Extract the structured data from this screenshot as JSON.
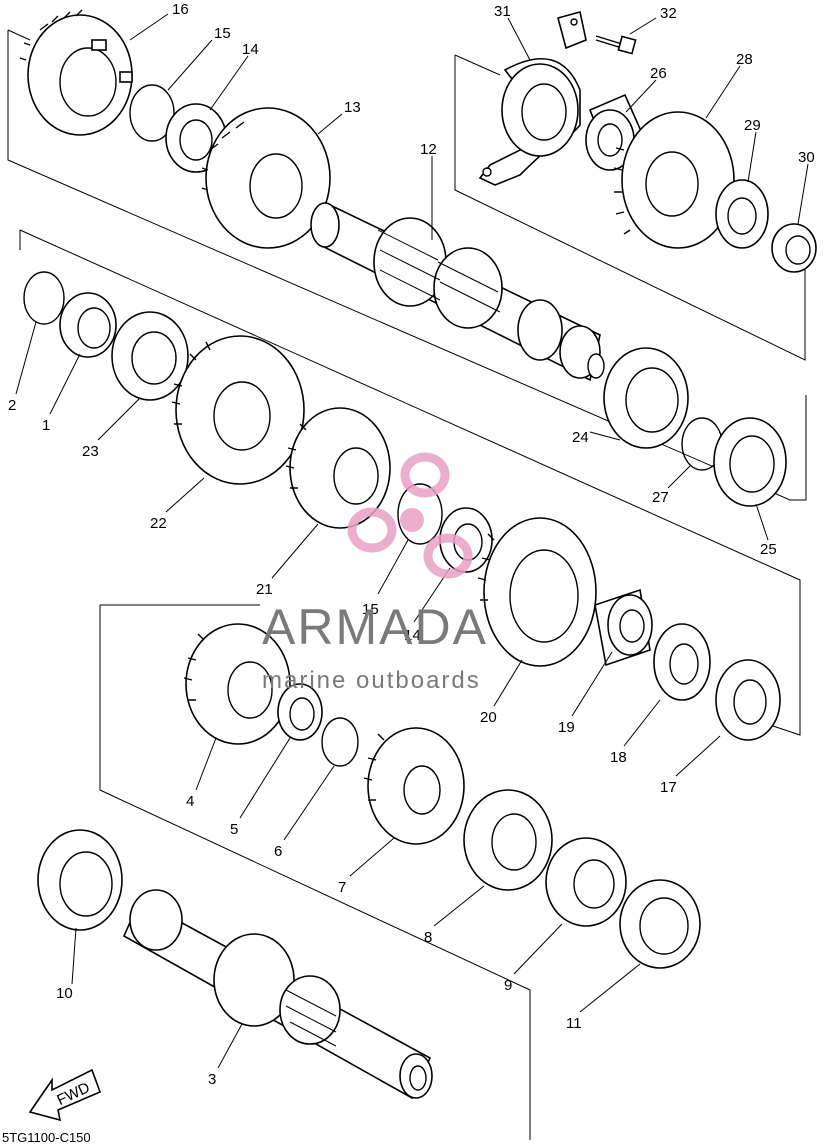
{
  "diagram_code": "5TG1100-C150",
  "fwd_label": "FWD",
  "watermark": {
    "brand": "ARMADA",
    "tagline": "marine outboards",
    "brand_color": "#7a7a7a",
    "logo_color": "#e8a0c4"
  },
  "callouts": [
    "16",
    "15",
    "14",
    "13",
    "12",
    "31",
    "32",
    "26",
    "28",
    "29",
    "30",
    "2",
    "1",
    "23",
    "22",
    "21",
    "15",
    "14",
    "24",
    "27",
    "25",
    "20",
    "19",
    "18",
    "17",
    "4",
    "5",
    "6",
    "7",
    "8",
    "9",
    "10",
    "3",
    "11"
  ]
}
